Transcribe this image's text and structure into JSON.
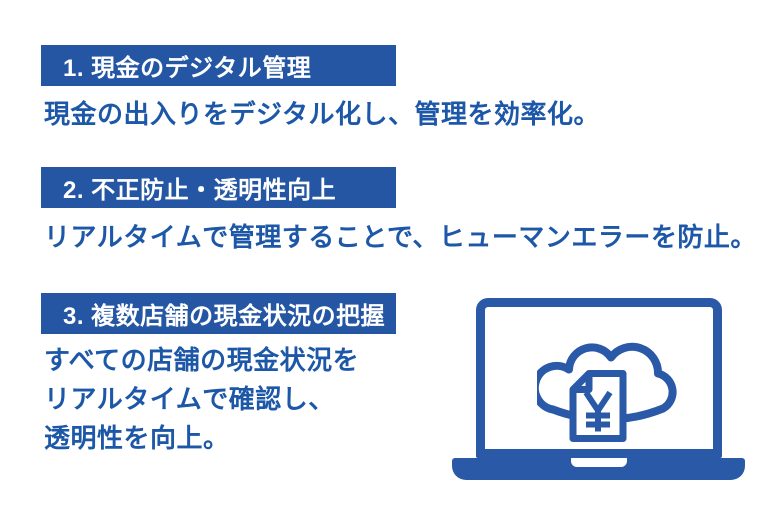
{
  "colors": {
    "accent_blue": "#2456A4",
    "heading_text": "#FFFFFF",
    "body_text": "#1D57A8",
    "illustration_blue": "#2A59A8",
    "background": "#FFFFFF"
  },
  "sections": [
    {
      "number": "1",
      "heading": "1. 現金のデジタル管理",
      "body_lines": [
        "現金の出入りをデジタル化し、管理を効率化。"
      ]
    },
    {
      "number": "2",
      "heading": "2. 不正防止・透明性向上",
      "body_lines": [
        "リアルタイムで管理することで、ヒューマンエラーを防止。"
      ]
    },
    {
      "number": "3",
      "heading": "3. 複数店舗の現金状況の把握",
      "body_lines": [
        "すべての店舗の現金状況を",
        "リアルタイムで確認し、",
        "透明性を向上。"
      ]
    }
  ],
  "illustration": {
    "name": "laptop-with-cloud-document-yen",
    "currency_symbol": "¥"
  }
}
